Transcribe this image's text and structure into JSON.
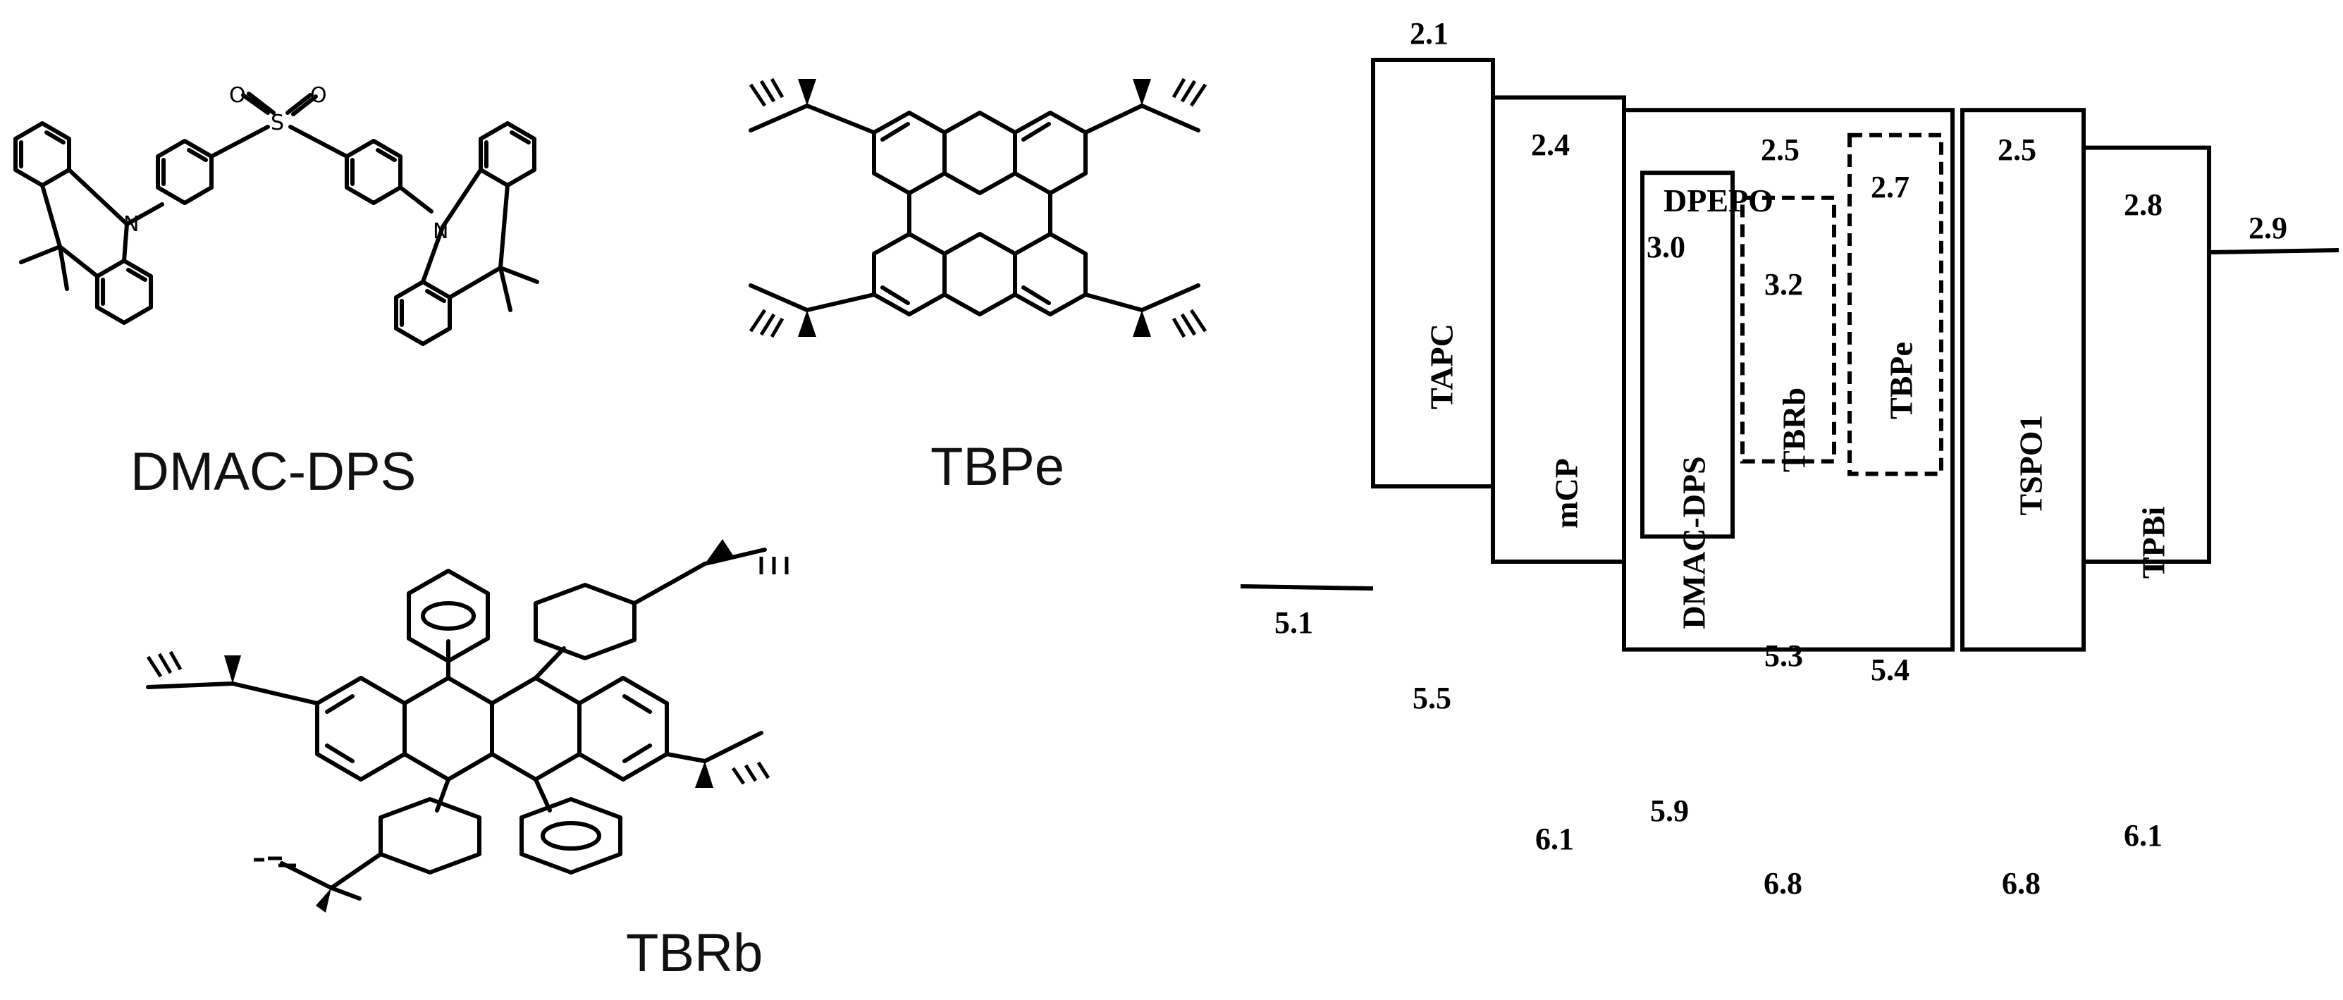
{
  "molecules": {
    "dmac_dps": {
      "name": "DMAC-DPS",
      "atom_n": "N",
      "atom_s": "S",
      "atom_o": "O"
    },
    "tbpe": {
      "name": "TBPe"
    },
    "tbrb": {
      "name": "TBRb"
    }
  },
  "energy_diagram": {
    "electrode_left": {
      "label": "5.1",
      "value": 5.1
    },
    "electrode_right": {
      "label": "2.9",
      "value": 2.9
    },
    "layers": [
      {
        "name": "TAPC",
        "lumo": "2.1",
        "homo": "5.5",
        "lumo_value": 2.1,
        "homo_value": 5.5,
        "border": "#000000"
      },
      {
        "name": "mCP",
        "lumo": "2.4",
        "homo": "6.1",
        "lumo_value": 2.4,
        "homo_value": 6.1,
        "border": "#000000"
      },
      {
        "name": "DPEPO",
        "lumo": "2.5",
        "homo": "6.8",
        "lumo_value": 2.5,
        "homo_value": 6.8,
        "border": "#000000"
      },
      {
        "name": "DMAC-DPS",
        "lumo": "3.0",
        "homo": "5.9",
        "lumo_value": 3.0,
        "homo_value": 5.9,
        "border": "#000000"
      },
      {
        "name": "TBRb",
        "lumo": "3.2",
        "homo": "5.3",
        "lumo_value": 3.2,
        "homo_value": 5.3,
        "border": "#cc1f1f",
        "dashed": true
      },
      {
        "name": "TBPe",
        "lumo": "2.7",
        "homo": "5.4",
        "lumo_value": 2.7,
        "homo_value": 5.4,
        "border": "#5b8bd6",
        "dashed": true
      },
      {
        "name": "TSPO1",
        "lumo": "2.5",
        "homo": "6.8",
        "lumo_value": 2.5,
        "homo_value": 6.8,
        "border": "#000000"
      },
      {
        "name": "TPBi",
        "lumo": "2.8",
        "homo": "6.1",
        "lumo_value": 2.8,
        "homo_value": 6.1,
        "border": "#000000"
      }
    ]
  }
}
